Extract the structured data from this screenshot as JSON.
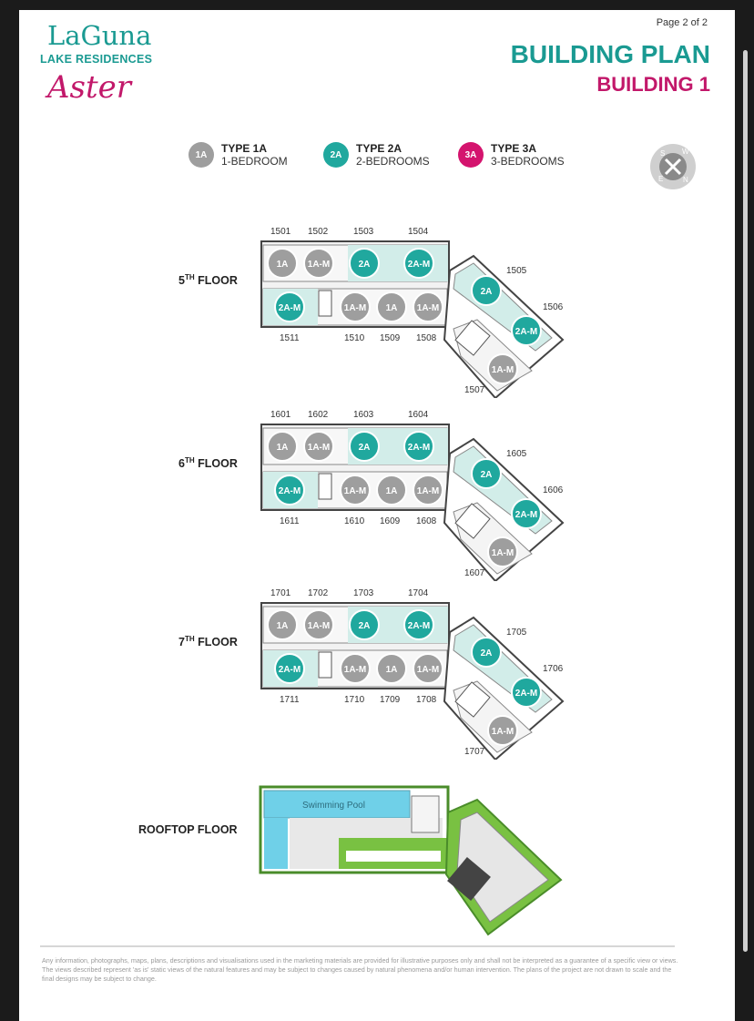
{
  "header": {
    "logo_line1": "LaGuna",
    "logo_line2": "LAKE RESIDENCES",
    "logo_line3": "Aster",
    "page_indicator": "Page 2 of 2",
    "title": "BUILDING PLAN",
    "subtitle": "BUILDING 1"
  },
  "legend": [
    {
      "code": "1A",
      "name": "TYPE 1A",
      "desc": "1-BEDROOM",
      "color": "#9e9e9e"
    },
    {
      "code": "2A",
      "name": "TYPE 2A",
      "desc": "2-BEDROOMS",
      "color": "#20a89e"
    },
    {
      "code": "3A",
      "name": "TYPE 3A",
      "desc": "3-BEDROOMS",
      "color": "#d4146e"
    }
  ],
  "compass": {
    "letters": [
      "S",
      "W",
      "E",
      "N"
    ]
  },
  "unit_badges": {
    "1A": "1A",
    "1AM": "1A-M",
    "2A": "2A",
    "2AM": "2A-M"
  },
  "floors": [
    {
      "label": "5",
      "suffix": "TH",
      "word": "FLOOR",
      "top_units": [
        "1501",
        "1502",
        "1503",
        "1504"
      ],
      "bottom_units": [
        "1511",
        "1510",
        "1509",
        "1508"
      ],
      "wing_units": [
        "1505",
        "1506",
        "1507"
      ]
    },
    {
      "label": "6",
      "suffix": "TH",
      "word": "FLOOR",
      "top_units": [
        "1601",
        "1602",
        "1603",
        "1604"
      ],
      "bottom_units": [
        "1611",
        "1610",
        "1609",
        "1608"
      ],
      "wing_units": [
        "1605",
        "1606",
        "1607"
      ]
    },
    {
      "label": "7",
      "suffix": "TH",
      "word": "FLOOR",
      "top_units": [
        "1701",
        "1702",
        "1703",
        "1704"
      ],
      "bottom_units": [
        "1711",
        "1710",
        "1709",
        "1708"
      ],
      "wing_units": [
        "1705",
        "1706",
        "1707"
      ]
    }
  ],
  "rooftop": {
    "label": "ROOFTOP FLOOR",
    "pool_label": "Swimming Pool"
  },
  "footer": {
    "disclaimer": "Any information, photographs, maps, plans, descriptions and visualisations used in the marketing materials are provided for illustrative purposes only and shall not be interpreted as a guarantee of a specific view or views. The views described represent 'as is' static views of the natural features and may be subject to changes caused by natural phenomena and/or human intervention. The plans of the project are not drawn to scale and the final designs may be subject to change."
  },
  "colors": {
    "teal": "#1a9a92",
    "magenta": "#c2186a",
    "unit_grey": "#9e9e9e",
    "unit_teal": "#20a89e",
    "roof_green": "#79c142"
  }
}
